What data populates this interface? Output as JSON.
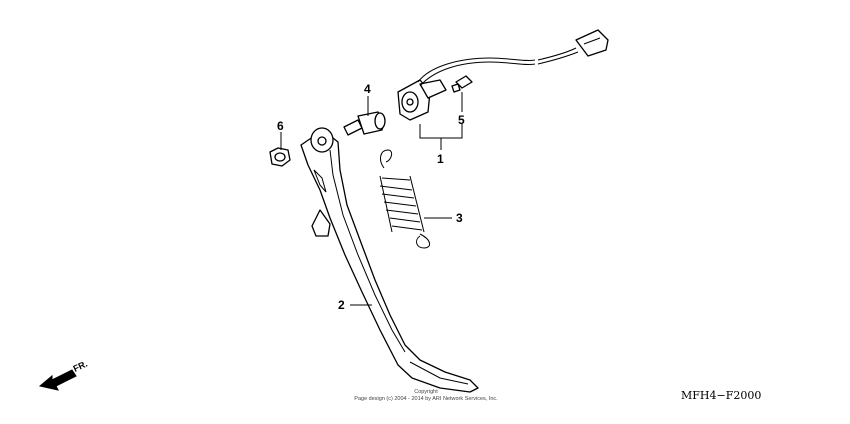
{
  "callouts": {
    "c1": "1",
    "c2": "2",
    "c3": "3",
    "c4": "4",
    "c5": "5",
    "c6": "6"
  },
  "front_indicator": "FR.",
  "diagram_code": "MFH4−F2000",
  "copyright": {
    "line1": "Copyright",
    "line2": "Page design (c) 2004 - 2014 by ARI Network Services, Inc."
  }
}
